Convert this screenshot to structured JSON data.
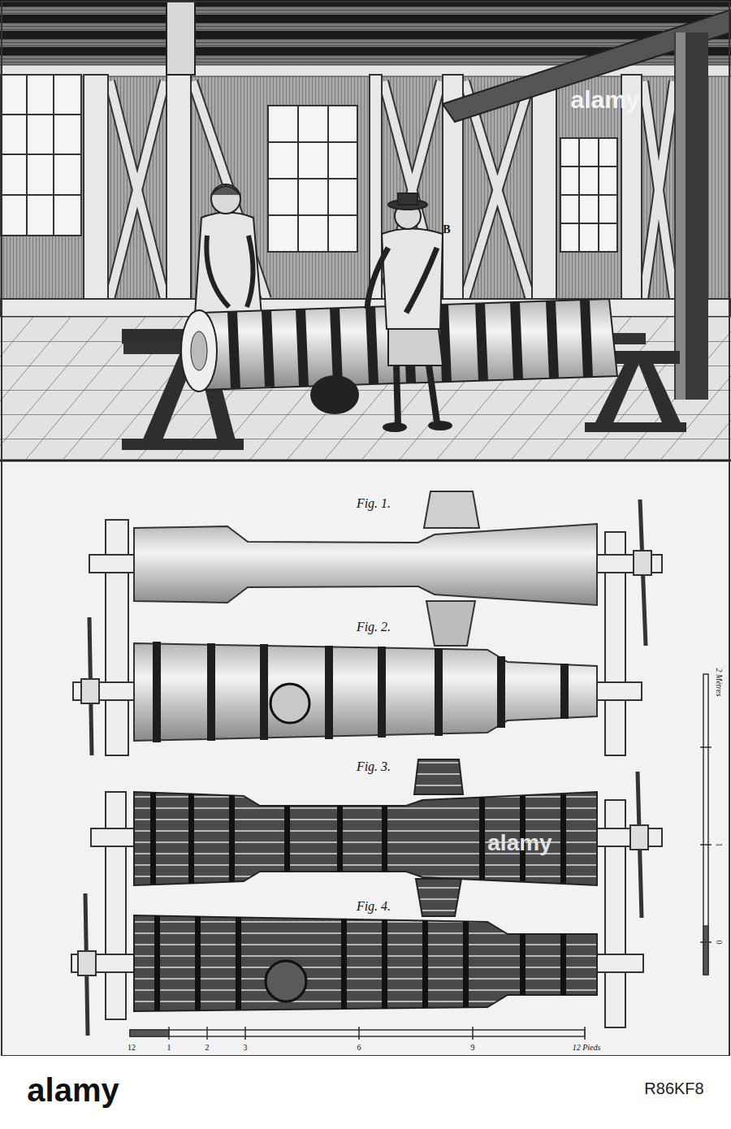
{
  "diagram": {
    "labels": [
      "B",
      "Fig. 1.",
      "Fig. 2.",
      "Fig. 3.",
      "Fig. 4.",
      "2 Mètres",
      "1",
      "0",
      "12",
      "1",
      "2",
      "3",
      "6",
      "9",
      "12 Pieds",
      "alamy",
      "alamy",
      "alamy",
      "R86KF8"
    ]
  }
}
